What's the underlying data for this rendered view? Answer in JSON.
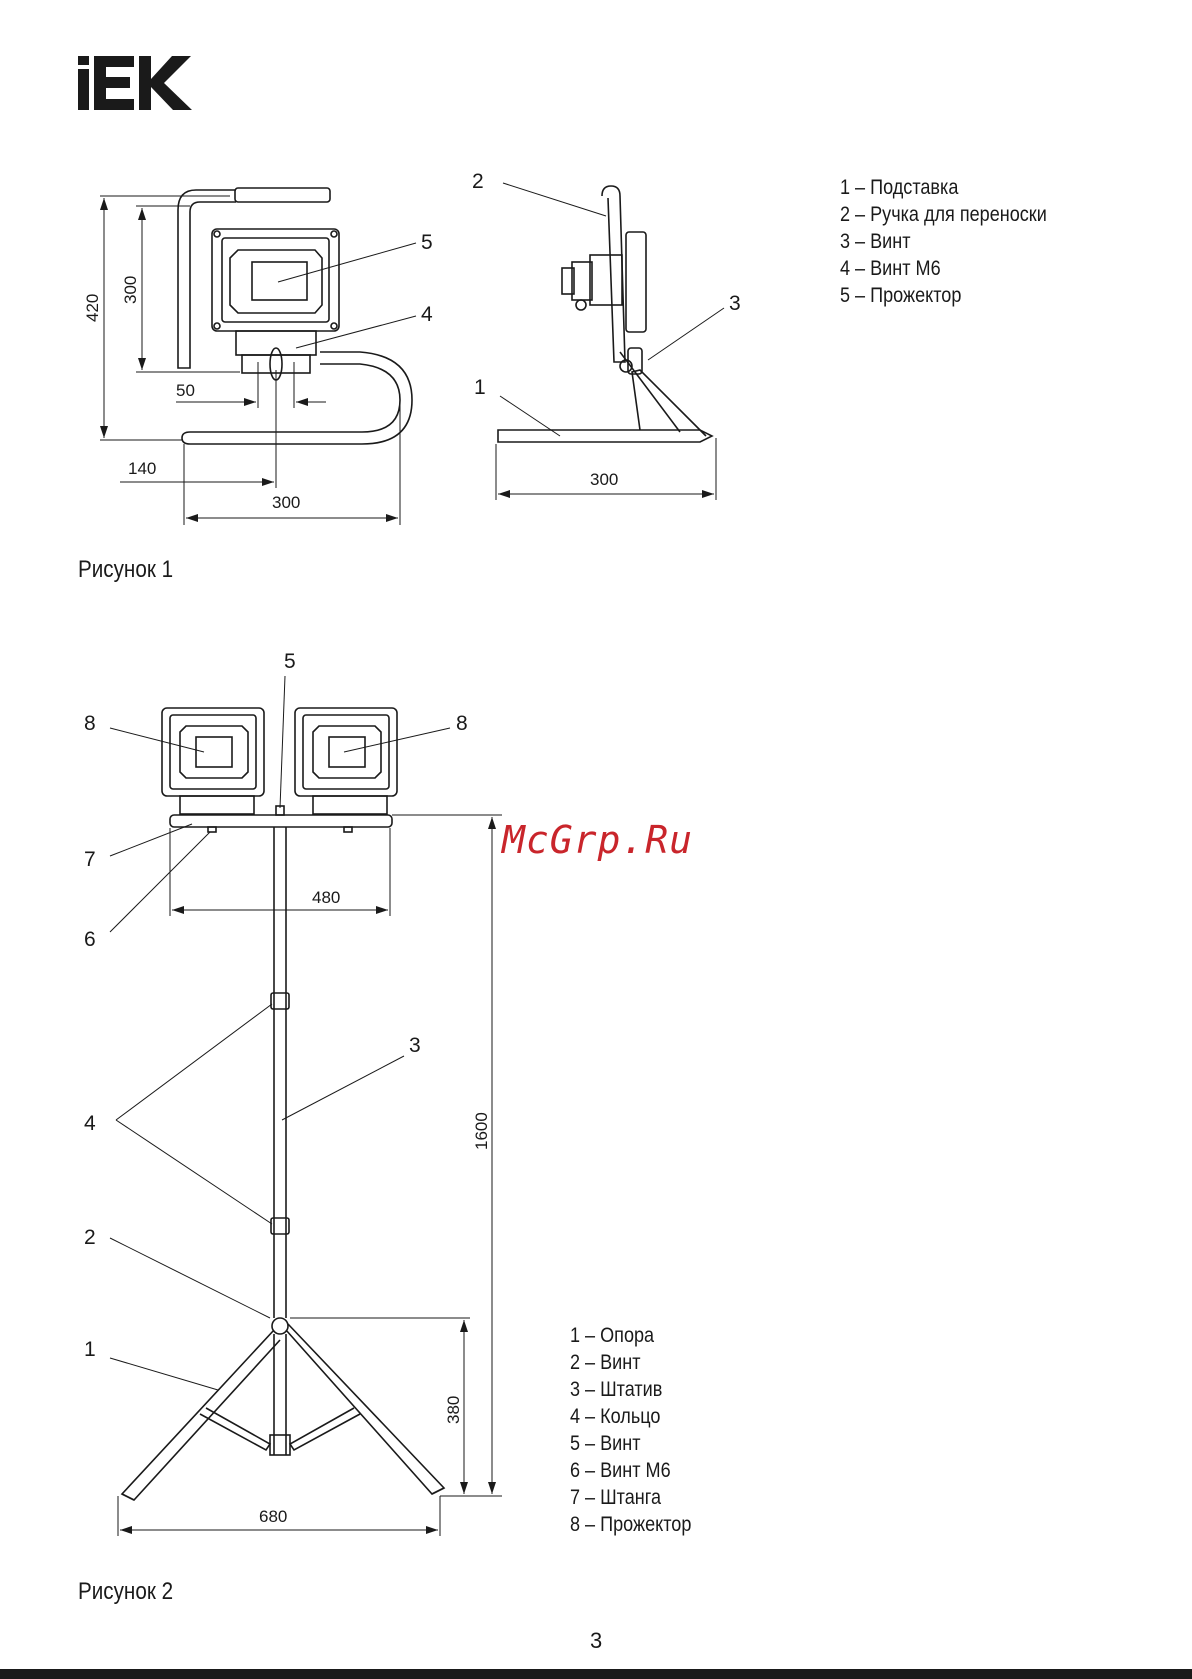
{
  "brand": {
    "logo_text": "IEK"
  },
  "figure1": {
    "caption": "Рисунок 1",
    "dimensions": {
      "height_total": "420",
      "height_lamp": "300",
      "offset_50": "50",
      "offset_140": "140",
      "base_width_front": "300",
      "base_width_side": "300"
    },
    "callouts": {
      "c1": "1",
      "c2": "2",
      "c3": "3",
      "c4": "4",
      "c5": "5"
    },
    "legend": [
      "1 – Подставка",
      "2 – Ручка для переноски",
      "3 – Винт",
      "4 – Винт М6",
      "5 – Прожектор"
    ]
  },
  "figure2": {
    "caption": "Рисунок 2",
    "dimensions": {
      "bar_width": "480",
      "height_total": "1600",
      "tripod_height": "380",
      "tripod_width": "680"
    },
    "callouts": {
      "c1": "1",
      "c2": "2",
      "c3": "3",
      "c4": "4",
      "c5": "5",
      "c6": "6",
      "c7": "7",
      "c8a": "8",
      "c8b": "8"
    },
    "legend": [
      "1 – Опора",
      "2 – Винт",
      "3 – Штатив",
      "4 – Кольцо",
      "5 – Винт",
      "6 – Винт М6",
      "7 – Штанга",
      "8 – Прожектор"
    ]
  },
  "watermark": "McGrp.Ru",
  "page_number": "3"
}
